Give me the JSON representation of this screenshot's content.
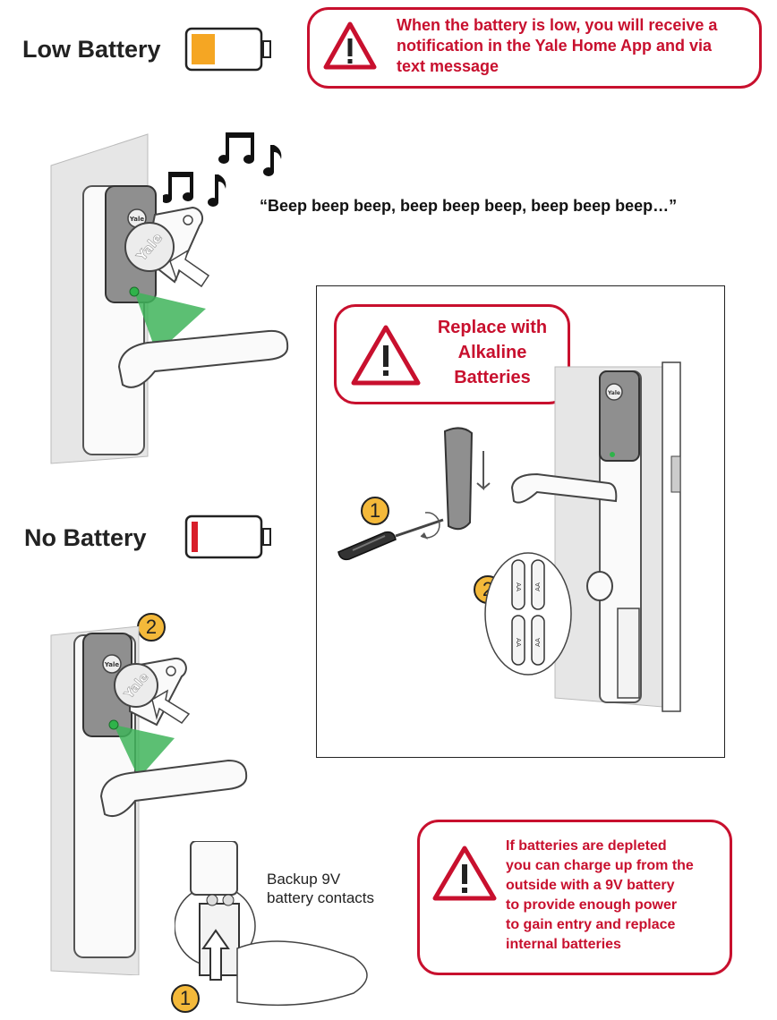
{
  "low_battery": {
    "label": "Low Battery",
    "level_fraction": 0.35,
    "fill_color": "#f5a623",
    "alert_text": "When the battery is low, you will receive a notification in the Yale Home App and via text message"
  },
  "no_battery": {
    "label": "No Battery",
    "level_fraction": 0.1,
    "fill_color": "#d81e2a"
  },
  "beep_text": "“Beep beep beep, beep beep beep, beep beep beep…”",
  "replace_alert": {
    "line1": "Replace with",
    "line2": "Alkaline",
    "line3": "Batteries"
  },
  "steps": {
    "one": "1",
    "two": "2"
  },
  "lock_brand": "Yale",
  "battery_cell_label": "AA",
  "backup_label": {
    "line1": "Backup 9V",
    "line2": "battery contacts"
  },
  "depleted_alert": {
    "line1": "If batteries are depleted",
    "line2": "you can charge up from the",
    "line3": "outside with a 9V battery",
    "line4": "to provide enough power",
    "line5": "to gain entry and replace",
    "line6": "internal batteries"
  },
  "colors": {
    "alert_red": "#c8102e",
    "step_badge": "#f4b93a",
    "led_green": "#2fb34a"
  },
  "icons": [
    "warning-triangle-icon",
    "music-notes-icon",
    "battery-icon",
    "screwdriver-icon",
    "arrow-icon"
  ]
}
